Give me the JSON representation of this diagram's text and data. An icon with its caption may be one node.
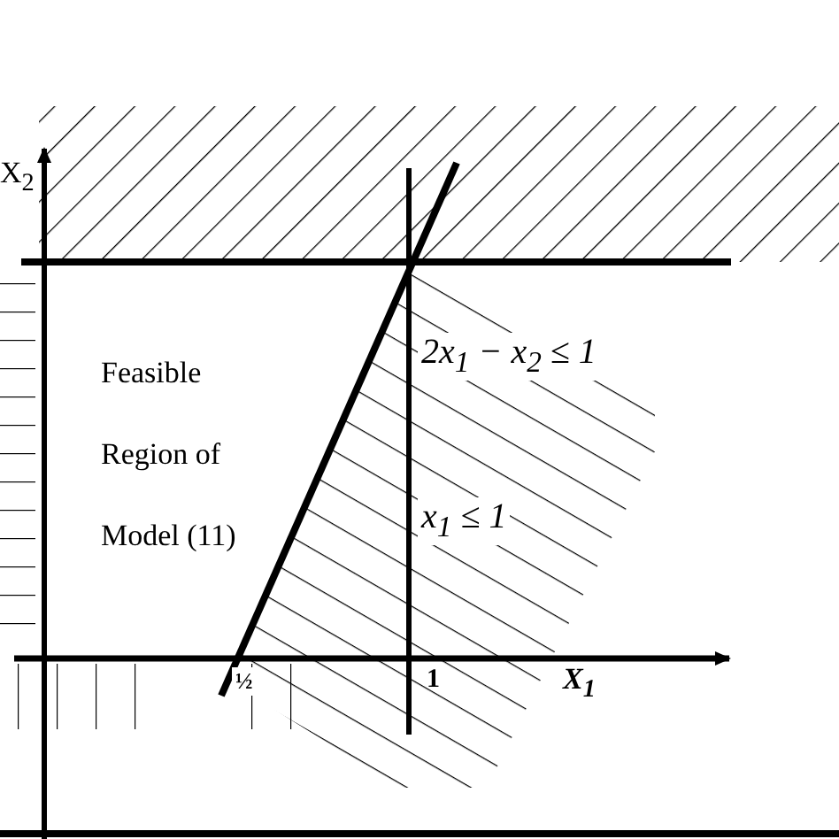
{
  "diagram": {
    "labels": [
      "X$_{2}$",
      "Feasible Region of Model (11)",
      "2x$_{1}$ − x$_{2}$ ≤ 1",
      "x$_{1}$ ≤ 1",
      "½",
      "1",
      "X$_{1}$"
    ]
  }
}
